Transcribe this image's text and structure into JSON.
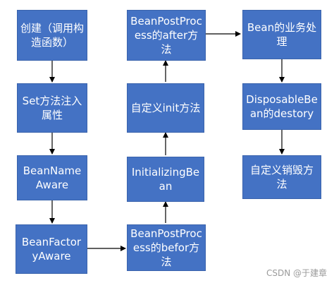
{
  "diagram": {
    "nodes": {
      "create": "创建（调用构造函数）",
      "set_props": "Set方法注入属性",
      "bean_name_aware": "BeanNameAware",
      "bean_factory_aware": "BeanFactoryAware",
      "post_before": "BeanPostProcess的befor方法",
      "initializing_bean": "InitializingBean",
      "custom_init": "自定义init方法",
      "post_after": "BeanPostProcess的after方法",
      "business": "Bean的业务处理",
      "disposable_bean": "DisposableBean的destory",
      "custom_destroy": "自定义销毁方法"
    }
  },
  "watermark": "CSDN @于建章",
  "colors": {
    "node_fill": "#4472c4",
    "edge": "#000000"
  }
}
